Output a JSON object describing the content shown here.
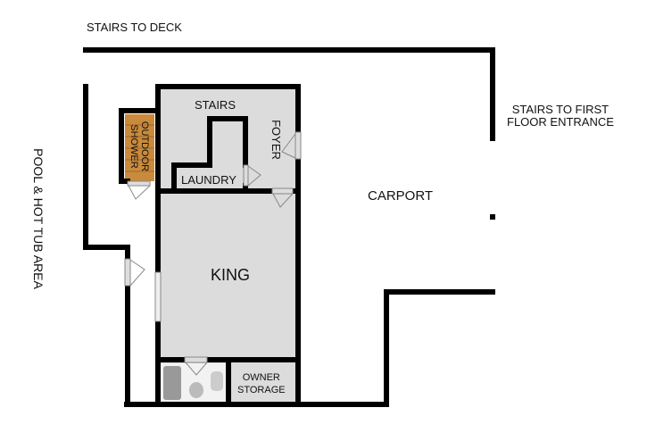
{
  "labels": {
    "stairs_to_deck": "STAIRS TO DECK",
    "stairs_to_first_floor": "STAIRS TO FIRST FLOOR ENTRANCE",
    "stairs_to_first_floor_line1": "STAIRS TO FIRST",
    "stairs_to_first_floor_line2": "FLOOR ENTRANCE",
    "pool_area": "POOL & HOT TUB AREA",
    "carport": "CARPORT",
    "stairs": "STAIRS",
    "foyer": "FOYER",
    "laundry": "LAUNDRY",
    "outdoor_shower_line1": "OUTDOOR",
    "outdoor_shower_line2": "SHOWER",
    "king": "KING",
    "owner_storage_line1": "OWNER",
    "owner_storage_line2": "STORAGE"
  },
  "colors": {
    "wall": "#000000",
    "room_fill": "#dcdcdc",
    "shower_wood": "#c98a3c",
    "door": "#b8b8b8"
  }
}
